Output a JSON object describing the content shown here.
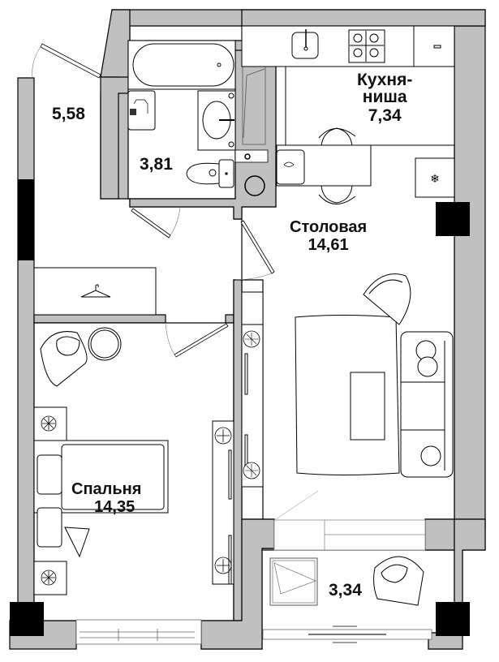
{
  "floor_plan": {
    "type": "apartment",
    "unit": "m²",
    "colors": {
      "wall_fill": "#c0c0c0",
      "column_fill": "#000000",
      "line": "#000000",
      "background": "#ffffff"
    },
    "rooms": [
      {
        "id": "balcony-top",
        "name": "",
        "area": "5,58"
      },
      {
        "id": "bathroom",
        "name": "",
        "area": "3,81"
      },
      {
        "id": "kitchen-niche",
        "name_line1": "Кухня-",
        "name_line2": "ниша",
        "area": "7,34"
      },
      {
        "id": "dining",
        "name": "Столовая",
        "area": "14,61"
      },
      {
        "id": "bedroom",
        "name": "Спальня",
        "area": "14,35"
      },
      {
        "id": "balcony-bottom",
        "name": "",
        "area": "3,34"
      }
    ],
    "fixtures": [
      "bathtub",
      "washing-machine",
      "washbasin",
      "toilet",
      "sink",
      "gas-stove",
      "extractor-hood",
      "dining-table",
      "chair",
      "refrigerator",
      "wardrobe",
      "armchair",
      "coffee-table",
      "rug",
      "sofa",
      "tv-cabinet",
      "double-bed",
      "nightstand",
      "shower-cabin",
      "sliding-door",
      "french-window"
    ]
  }
}
